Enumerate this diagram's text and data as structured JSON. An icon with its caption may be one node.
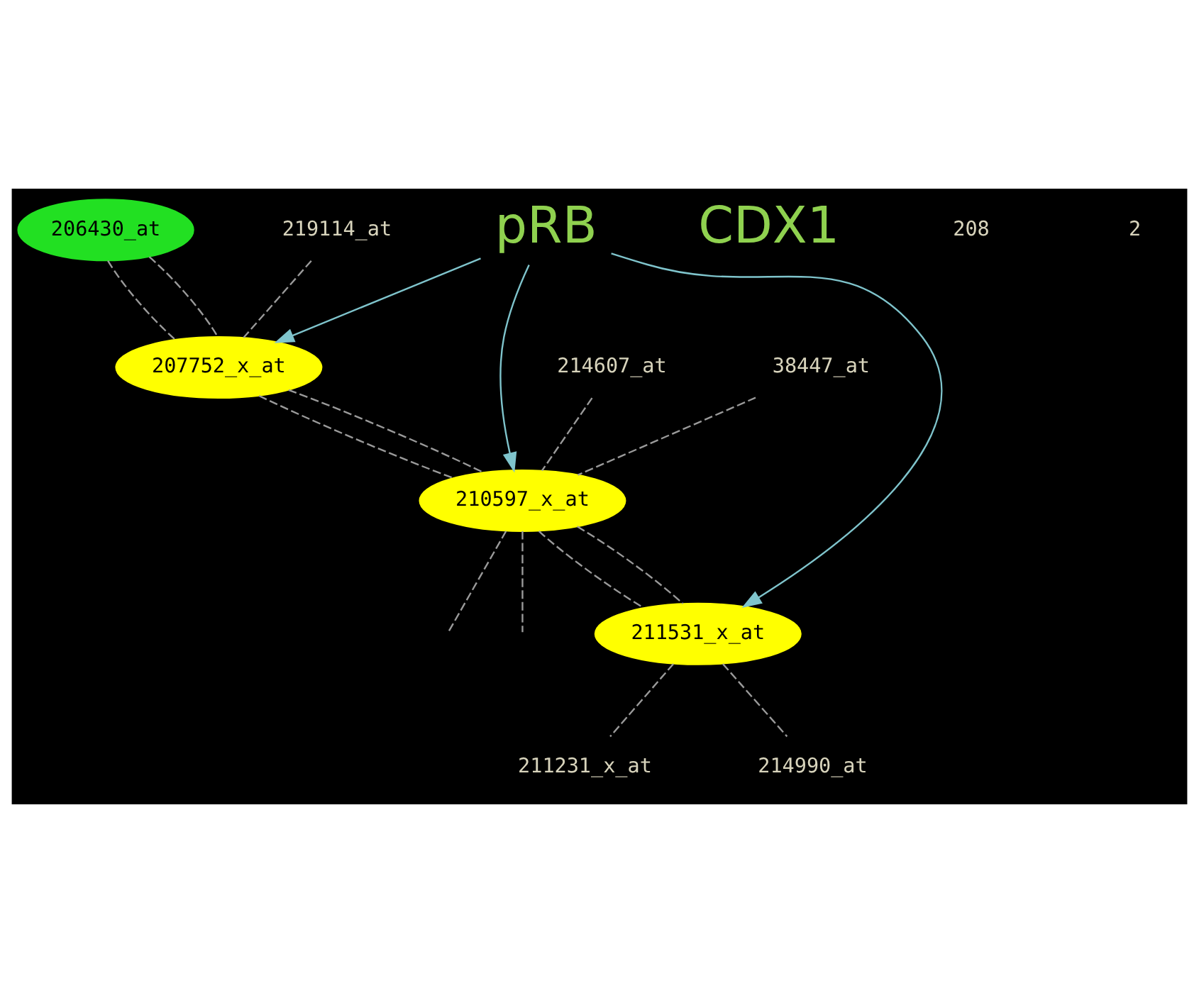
{
  "diagram": {
    "nodes": [
      {
        "text": [
          "206430_at"
        ]
      },
      {
        "text": [
          "219114_at"
        ]
      },
      {
        "text": [
          "207752_x_at"
        ]
      },
      {
        "text": [
          "214607_at"
        ]
      },
      {
        "text": [
          "38447_at"
        ]
      },
      {
        "text": [
          "210597_x_at"
        ]
      },
      {
        "text": [
          "211531_x_at"
        ]
      },
      {
        "text": [
          "211231_x_at"
        ]
      },
      {
        "text": [
          "214990_at"
        ]
      },
      {
        "text": [
          "pRB"
        ]
      }
    ],
    "edges": [
      {
        "from": 0,
        "to": 2,
        "arrow": "none",
        "style": "dashed"
      },
      {
        "from": 0,
        "to": 2,
        "arrow": "none",
        "style": "dashed"
      },
      {
        "from": 1,
        "to": 2,
        "arrow": "none",
        "style": "dashed"
      },
      {
        "from": 2,
        "to": 5,
        "arrow": "none",
        "style": "dashed"
      },
      {
        "from": 2,
        "to": 5,
        "arrow": "none",
        "style": "dashed"
      },
      {
        "from": 3,
        "to": 5,
        "arrow": "none",
        "style": "dashed"
      },
      {
        "from": 4,
        "to": 5,
        "arrow": "none",
        "style": "dashed"
      },
      {
        "from": 5,
        "to": 6,
        "arrow": "none",
        "style": "dashed"
      },
      {
        "from": 5,
        "to": 6,
        "arrow": "none",
        "style": "dashed"
      },
      {
        "from": 6,
        "to": 7,
        "arrow": "none",
        "style": "dashed"
      },
      {
        "from": 6,
        "to": 8,
        "arrow": "none",
        "style": "dashed"
      },
      {
        "from": 5,
        "to": null,
        "arrow": "none",
        "style": "dashed"
      },
      {
        "from": 5,
        "to": null,
        "arrow": "none",
        "style": "dashed"
      },
      {
        "from": 9,
        "to": 2,
        "arrow": "to",
        "color": "#7fc4cc"
      },
      {
        "from": 9,
        "to": 5,
        "arrow": "to",
        "color": "#7fc4cc"
      },
      {
        "from": 9,
        "to": 6,
        "arrow": "to",
        "color": "#7fc4cc"
      }
    ],
    "labels": [
      "CDX1",
      "208",
      "2"
    ]
  }
}
